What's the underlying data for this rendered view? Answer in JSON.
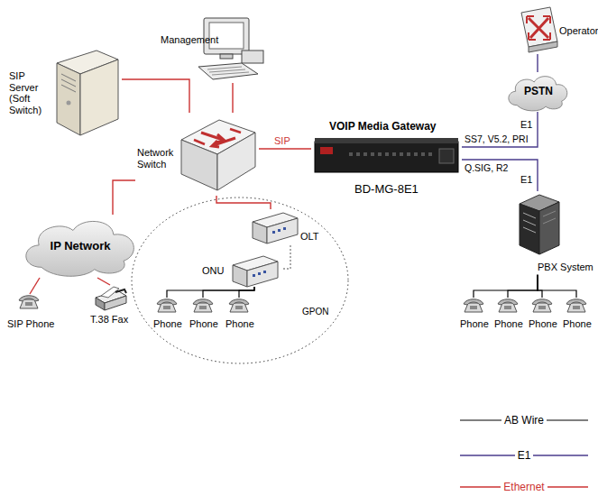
{
  "diagram": {
    "nodes": [
      {
        "text": [
          "Management"
        ]
      },
      {
        "text": [
          "Operator"
        ]
      },
      {
        "text": [
          "SIP Server (Soft Switch)"
        ]
      },
      {
        "text": [
          "PSTN"
        ]
      },
      {
        "text": [
          "Network Switch"
        ]
      },
      {
        "text": [
          "VOIP Media Gateway",
          "BD-MG-8E1"
        ]
      },
      {
        "text": [
          "GPON"
        ]
      },
      {
        "text": [
          "OLT"
        ],
        "in": 6
      },
      {
        "text": [
          "ONU"
        ],
        "in": 6
      },
      {
        "text": [
          "Phone"
        ],
        "in": 6
      },
      {
        "text": [
          "Phone"
        ],
        "in": 6
      },
      {
        "text": [
          "Phone"
        ],
        "in": 6
      },
      {
        "text": [
          "IP Network"
        ]
      },
      {
        "text": [
          "PBX System"
        ]
      },
      {
        "text": [
          "Phone"
        ]
      },
      {
        "text": [
          "Phone"
        ]
      },
      {
        "text": [
          "Phone"
        ]
      },
      {
        "text": [
          "Phone"
        ]
      },
      {
        "text": [
          "SIP Phone"
        ]
      },
      {
        "text": [
          "T.38 Fax"
        ]
      }
    ],
    "edges": [
      {
        "from": 0,
        "to": 4,
        "arrow": "none"
      },
      {
        "from": 2,
        "to": 4,
        "arrow": "none"
      },
      {
        "from": 4,
        "to": 5,
        "label": "SIP",
        "arrow": "none"
      },
      {
        "from": 4,
        "to": 12,
        "arrow": "none"
      },
      {
        "from": 4,
        "to": 7,
        "arrow": "none"
      },
      {
        "from": 7,
        "to": 8,
        "arrow": "none"
      },
      {
        "from": 8,
        "to": 9,
        "arrow": "none"
      },
      {
        "from": 8,
        "to": 10,
        "arrow": "none"
      },
      {
        "from": 8,
        "to": 11,
        "arrow": "none"
      },
      {
        "from": 12,
        "to": 18,
        "arrow": "none"
      },
      {
        "from": 12,
        "to": 19,
        "arrow": "none"
      },
      {
        "from": 5,
        "to": 3,
        "label": "E1",
        "arrow": "none"
      },
      {
        "from": 1,
        "to": 3,
        "arrow": "none"
      },
      {
        "from": 5,
        "to": 13,
        "label": "E1",
        "arrow": "none"
      },
      {
        "from": 13,
        "to": 14,
        "arrow": "none"
      },
      {
        "from": 13,
        "to": 15,
        "arrow": "none"
      },
      {
        "from": 13,
        "to": 16,
        "arrow": "none"
      },
      {
        "from": 13,
        "to": 17,
        "arrow": "none"
      }
    ],
    "labels": [
      "SS7, V5.2, PRI",
      "Q.SIG, R2"
    ],
    "legend": [
      {
        "text": "AB Wire"
      },
      {
        "text": "E1"
      },
      {
        "text": "Ethernet"
      }
    ]
  }
}
